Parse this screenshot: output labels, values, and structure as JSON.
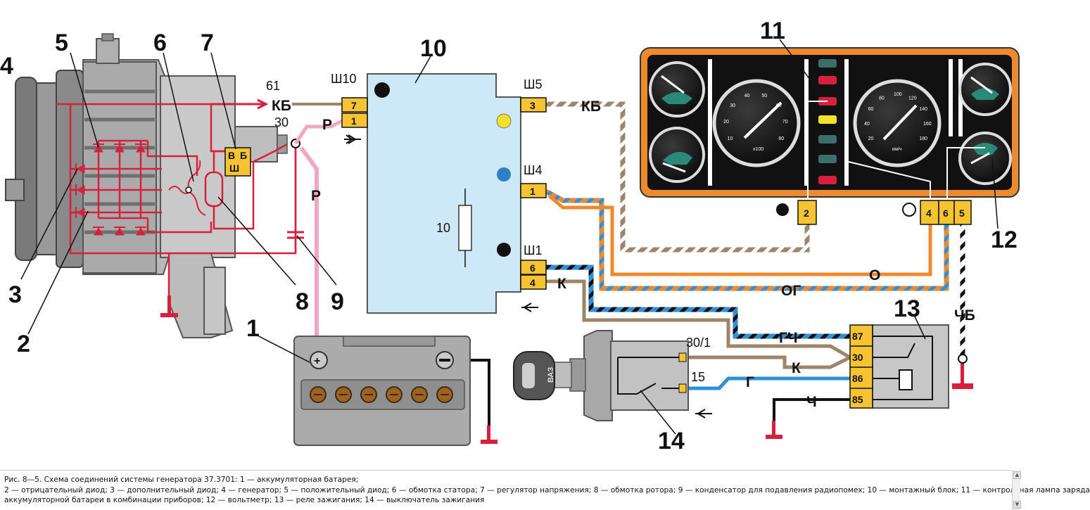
{
  "numbers": {
    "n1": "1",
    "n2": "2",
    "n3": "3",
    "n4": "4",
    "n5": "5",
    "n6": "6",
    "n7": "7",
    "n8": "8",
    "n9": "9",
    "n10": "10",
    "n11": "11",
    "n12": "12",
    "n13": "13",
    "n14": "14"
  },
  "wire_labels": {
    "kb_left": "КБ",
    "kb_right": "КБ",
    "p_top": "Р",
    "p_vertical": "Р",
    "t61": "61",
    "t30": "30",
    "o": "О",
    "og": "ОГ",
    "k_block": "К",
    "k_relay": "К",
    "gch": "ГЧ",
    "chb": "ЧБ",
    "g": "Г",
    "ch": "Ч",
    "s30_1": "30/1",
    "s15": "15"
  },
  "block": {
    "sh10": "Ш10",
    "sh5": "Ш5",
    "sh4": "Ш4",
    "sh1": "Ш1",
    "resistor": "10",
    "p7": "7",
    "p1a": "1",
    "p3": "3",
    "p1b": "1",
    "p6": "6",
    "p4": "4"
  },
  "regulator": {
    "b": "В",
    "b2": "Б",
    "sh": "Ш"
  },
  "relay": {
    "p87": "87",
    "p30": "30",
    "p86": "86",
    "p85": "85"
  },
  "cluster": {
    "p2": "2",
    "p4": "4",
    "p6": "6",
    "p5": "5"
  },
  "key_brand": "ВАЗ",
  "dials": {
    "tach": [
      "10",
      "20",
      "30",
      "40",
      "50",
      "60",
      "70",
      "80"
    ],
    "tach_unit": "x100",
    "speedo": [
      "20",
      "40",
      "60",
      "80",
      "100",
      "120",
      "140",
      "160",
      "180"
    ],
    "speedo_unit": "км/ч"
  },
  "caption": {
    "line1": "Рис. 8—5. Схема соединений системы генератора 37.3701: 1 — аккумуляторная батарея;",
    "line2": "2 — отрицательный диод; 3 — дополнительный диод; 4 — генератор; 5 — положительный диод; 6 — обмотка статора; 7 — регулятор напряжения; 8 — обмотка ротора; 9 — конденсатор для подавления радиопомех; 10 — монтажный блок; 11 — контрольная лампа заряда",
    "line3": "аккумуляторной батареи в комбинации приборов; 12 — вольтметр; 13 — реле зажигания; 14 — выключатель зажигания"
  },
  "colors": {
    "wire_red": "#d81f3d",
    "wire_pink": "#f0a8c2",
    "wire_orange": "#ee8a2e",
    "wire_blue": "#2f8fd8",
    "wire_brown": "#9c8568",
    "block": "#cde9f7",
    "connector": "#f6c433",
    "cluster_bezel": "#ee8a2e"
  }
}
